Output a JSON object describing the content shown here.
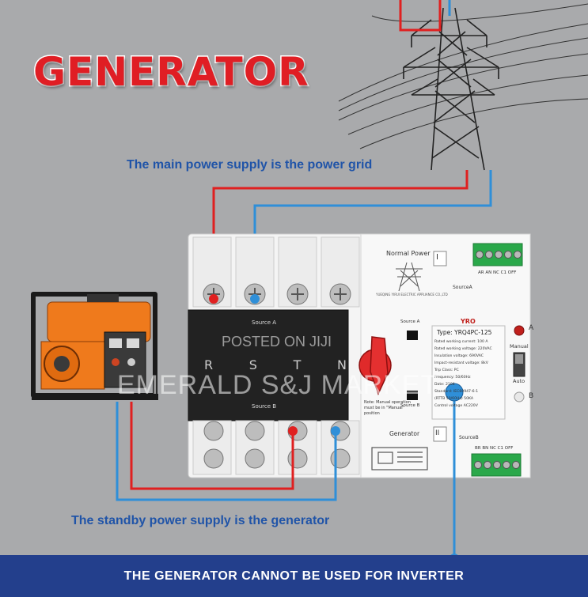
{
  "title": "GENERATOR",
  "main_caption": "The main power supply is the power grid",
  "standby_caption": "The standby power supply is the generator",
  "banner": "THE GENERATOR CANNOT BE USED FOR INVERTER",
  "switch": {
    "normal_power": "Normal Power",
    "normal_roman": "I",
    "source_a_label": "SourceA",
    "source_b_label": "SourceB",
    "generator_label": "Generator",
    "generator_roman": "II",
    "terminal_top": "AR  AN  NC  C1  OFF",
    "terminal_bottom": "BR  BN  NC  C1  OFF",
    "source_a_front": "Source A",
    "source_b_front": "Source B",
    "phases": [
      "R",
      "S",
      "T",
      "N"
    ],
    "type_text": "Type: YRQ4PC-125",
    "spec_lines": [
      "Rated working current: 100  A",
      "Rated working voltage: 220VAC",
      "Insulation voltage:      690VAC",
      "Impact-resistant voltage:    8kV",
      "Trip Class:                         PC",
      "Frequency:                   50/60Hz",
      "Date:                              2104",
      "Standard:              IEC60947-6-1",
      "(RTTB 50/60Hz)                   50KA",
      "Control voltage           AC220V"
    ],
    "handle_note": "Note: Manual operation must be in \"Manual\" position",
    "brand": "YRO",
    "indicator_a": "A",
    "indicator_b": "B",
    "manual_label": "Manual",
    "auto_label": "Auto",
    "switch_source_a_small": "Source A",
    "switch_source_b_small": "Source B",
    "company": "YUEQING YIRUI ELECTRIC APPLIANCE CO.,LTD"
  },
  "watermark": [
    "POSTED ON JIJI",
    "EMERALD S&J MARKET"
  ],
  "colors": {
    "background": "#a9aaac",
    "title_red": "#e01e24",
    "caption_blue": "#2054a8",
    "banner_blue": "#233f8c",
    "wire_red": "#e02020",
    "wire_blue": "#2f8fd8",
    "terminal_green": "#2aa84a",
    "generator_orange": "#ef7a1c"
  }
}
